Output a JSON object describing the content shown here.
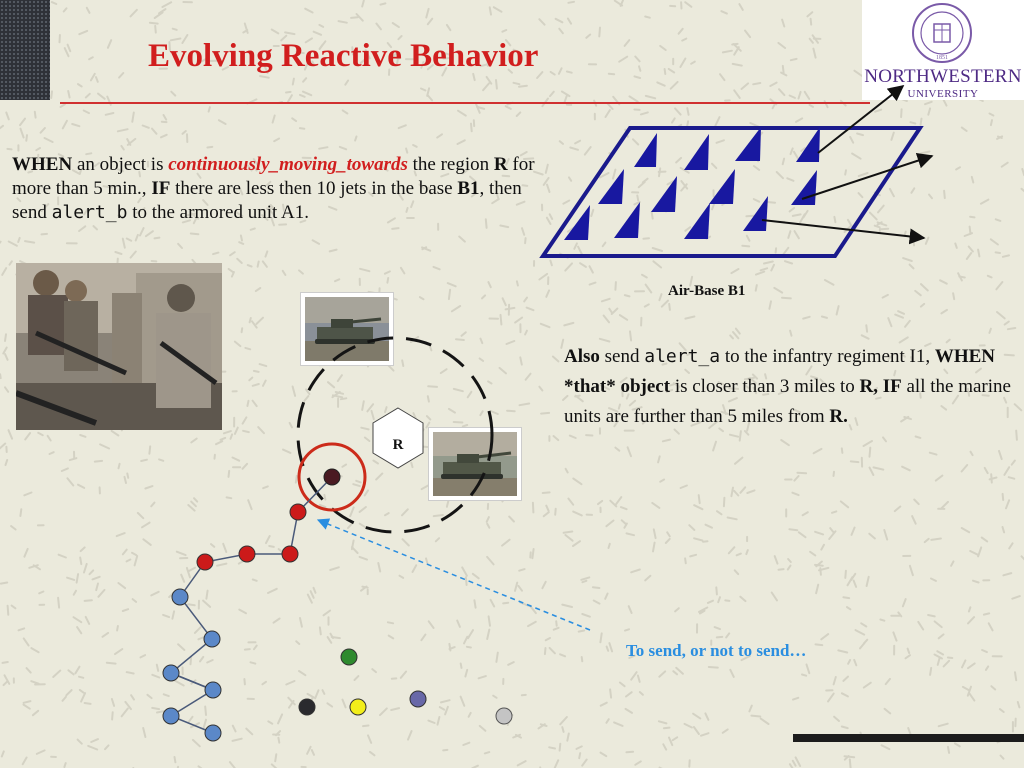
{
  "slide": {
    "title": "Evolving Reactive Behavior",
    "logo": {
      "name": "NORTHWESTERN",
      "sub": "UNIVERSITY",
      "seal_text": "NORTHWESTERN UNIVERSITY",
      "seal_year": "1851"
    },
    "when_block": {
      "w1": "WHEN",
      "t1": " an object is ",
      "w2": "continuously_moving_towards",
      "t2": " the region ",
      "w3": "R",
      "t3": " for more than 5 min., ",
      "w4": "IF",
      "t4": " there are less then 10 jets in the base ",
      "w5": "B1",
      "t5": ", then send ",
      "w6": "alert_b",
      "t6": " to the armored unit A1."
    },
    "also_block": {
      "w1": "Also",
      "t1": " send ",
      "w2": "alert_a",
      "t2": " to the infantry regiment I1, ",
      "w3": "WHEN *that* object",
      "t3": " is closer than 3 miles to ",
      "w4": "R, IF",
      "t4": " all the marine units are further than 5 miles from ",
      "w5": "R."
    },
    "airbase_label": "Air-Base B1",
    "region_label": "R",
    "send_label": "To send, or not to send…"
  },
  "colors": {
    "title": "#d11e1e",
    "jet": "#1818a0",
    "send": "#2a8ee0",
    "path_red": "#cc1a1a",
    "path_blue": "#5b88c8"
  }
}
